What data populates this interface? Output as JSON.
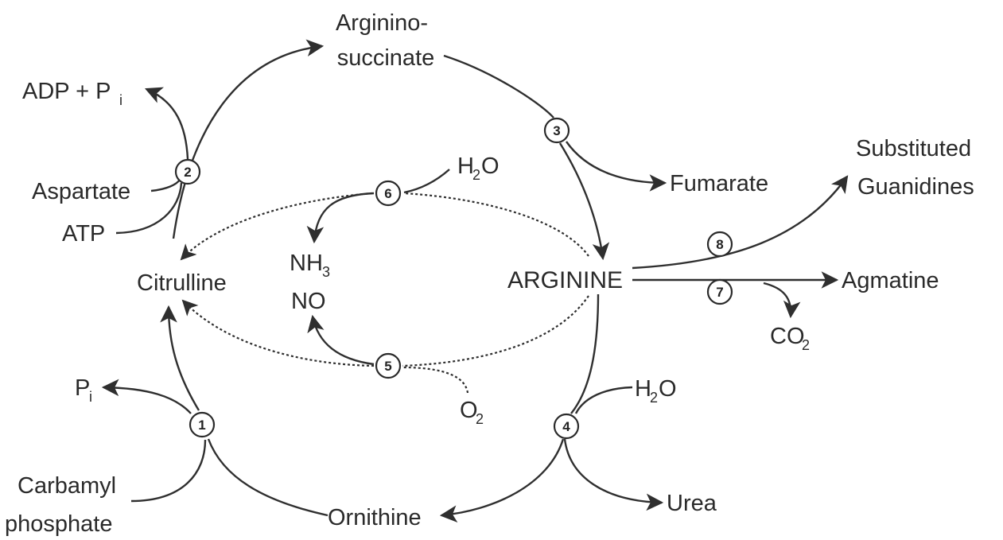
{
  "labels": {
    "argininosuccinate_line1": "Arginino-",
    "argininosuccinate_line2": "succinate",
    "adp": "ADP + P",
    "adp_sub": "i",
    "aspartate": "Aspartate",
    "atp": "ATP",
    "citrulline": "Citrulline",
    "nh3": "NH",
    "nh3_sub": "3",
    "no": "NO",
    "h2o_top": "H",
    "h2o_top_sub": "2",
    "h2o_top_end": "O",
    "fumarate": "Fumarate",
    "substituted_line1": "Substituted",
    "substituted_line2": "Guanidines",
    "arginine": "ARGININE",
    "agmatine": "Agmatine",
    "co2": "CO",
    "co2_sub": "2",
    "pi": "P",
    "pi_sub": "i",
    "o2": "O",
    "o2_sub": "2",
    "h2o_bottom": "H",
    "h2o_bottom_sub": "2",
    "h2o_bottom_end": "O",
    "carbamyl_line1": "Carbamyl",
    "carbamyl_line2": "phosphate",
    "ornithine": "Ornithine",
    "urea": "Urea"
  },
  "steps": [
    "1",
    "2",
    "3",
    "4",
    "5",
    "6",
    "7",
    "8"
  ]
}
